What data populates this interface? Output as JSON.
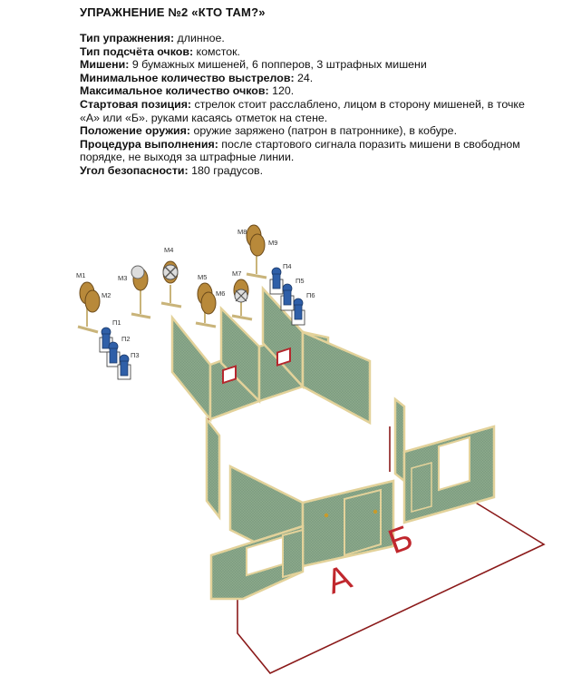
{
  "title": "УПРАЖНЕНИЕ №2 «КТО ТАМ?»",
  "specs": [
    {
      "label": "Тип упражнения:",
      "value": " длинное."
    },
    {
      "label": "Тип подсчёта очков:",
      "value": " комсток."
    },
    {
      "label": "Мишени:",
      "value": " 9 бумажных мишеней, 6 попперов, 3 штрафных мишени"
    },
    {
      "label": "Минимальное  количество выстрелов:",
      "value": " 24."
    },
    {
      "label": "Максимальное количество очков:",
      "value": " 120."
    },
    {
      "label": "Стартовая позиция:",
      "value": " стрелок стоит расслаблено, лицом в сторону мишеней, в точке «А» или «Б». руками касаясь отметок на стене."
    },
    {
      "label": "Положение оружия:",
      "value": " оружие заряжено (патрон в патроннике), в кобуре."
    },
    {
      "label": "Процедура выполнения:",
      "value": " после стартового сигнала поразить мишени в свободном порядке, не выходя за штрафные линии."
    },
    {
      "label": "Угол безопасности:",
      "value": " 180 градусов."
    }
  ],
  "diagram": {
    "targets": [
      "М1",
      "М2",
      "М3",
      "М4",
      "М5",
      "М6",
      "М7",
      "М8",
      "М9"
    ],
    "poppers": [
      "П1",
      "П2",
      "П3",
      "П4",
      "П5",
      "П6"
    ],
    "start_a": "А",
    "start_b": "Б"
  },
  "colors": {
    "wall_fill": "#8aa88a",
    "wall_frame": "#e3d29a",
    "fault_line": "#8b1a1a",
    "letters": "#c0272d",
    "popper": "#2f5fa8",
    "target": "#b8893a"
  }
}
